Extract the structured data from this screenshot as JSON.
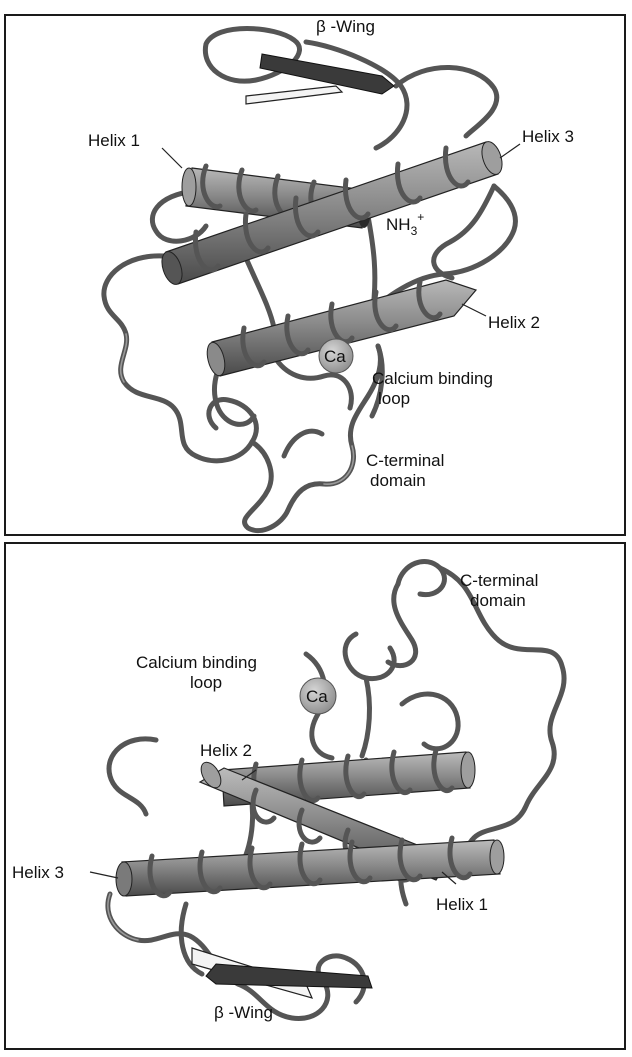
{
  "panels": [
    {
      "labels": {
        "beta_wing": "β -Wing",
        "helix1": "Helix 1",
        "helix2": "Helix 2",
        "helix3": "Helix 3",
        "nh3": "NH",
        "nh3_sub": "3",
        "nh3_sup": "+",
        "ca": "Ca",
        "calcium_line1": "Calcium binding",
        "calcium_line2": "loop",
        "cterm_line1": "C-terminal",
        "cterm_line2": "domain"
      }
    },
    {
      "labels": {
        "beta_wing": "β -Wing",
        "helix1": "Helix 1",
        "helix2": "Helix 2",
        "helix3": "Helix 3",
        "ca": "Ca",
        "calcium_line1": "Calcium binding",
        "calcium_line2": "loop",
        "cterm_line1": "C-terminal",
        "cterm_line2": "domain"
      }
    }
  ],
  "colors": {
    "helix_dark": "#5a5a5a",
    "helix_light": "#b8b8b8",
    "coil": "#555555",
    "ca_sphere": "#a0a0a0"
  }
}
